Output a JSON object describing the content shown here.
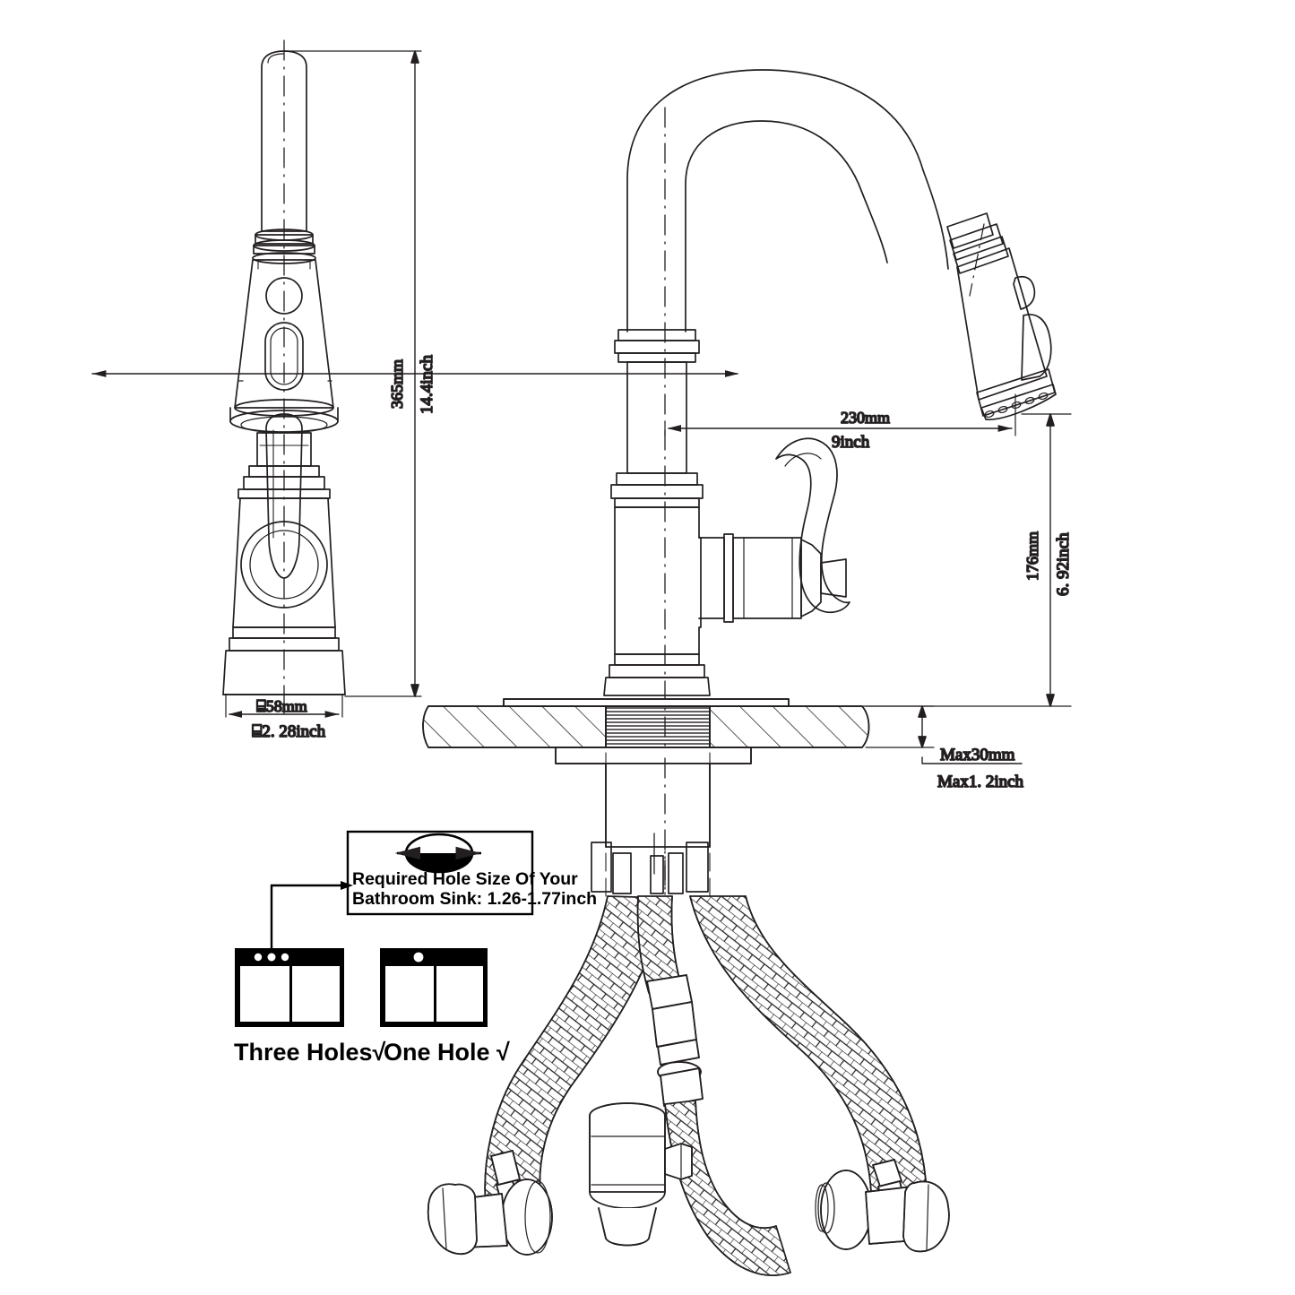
{
  "drawing": {
    "type": "technical-line-drawing",
    "subject": "pull-down kitchen faucet installation diagram",
    "background_color": "#ffffff",
    "line_color": "#231f20"
  },
  "dimensions": {
    "overall_height": {
      "mm": "365mm",
      "inch": "14.4inch",
      "orientation": "vertical",
      "location": "left-view-right-side"
    },
    "base_diameter": {
      "mm": "⌸58mm",
      "inch": "⌸2. 28inch",
      "orientation": "horizontal",
      "location": "left-view-bottom"
    },
    "spout_reach": {
      "mm": "230mm",
      "inch": "9inch",
      "orientation": "horizontal",
      "location": "main-view-top"
    },
    "spout_height": {
      "mm": "176mm",
      "inch": "6. 92inch",
      "orientation": "vertical",
      "location": "main-view-right"
    },
    "deck_thickness": {
      "mm": "Max30mm",
      "inch": "Max1. 2inch",
      "orientation": "horizontal",
      "location": "countertop-right"
    }
  },
  "callout": {
    "line1": "Required Hole Size Of Your",
    "line2": "Bathroom Sink: 1.26-1.77inch",
    "icon": "sink-hole-ellipse-icon"
  },
  "hole_options": [
    {
      "label": "Three Holes√",
      "holes": 3,
      "icon": "three-hole-sink-icon"
    },
    {
      "label": "One Hole √",
      "holes": 1,
      "icon": "one-hole-sink-icon"
    }
  ],
  "views": {
    "left": "front elevation of pull-down spray head and handle",
    "main": "side elevation with gooseneck spout, lever handle, countertop section and supply hoses"
  }
}
